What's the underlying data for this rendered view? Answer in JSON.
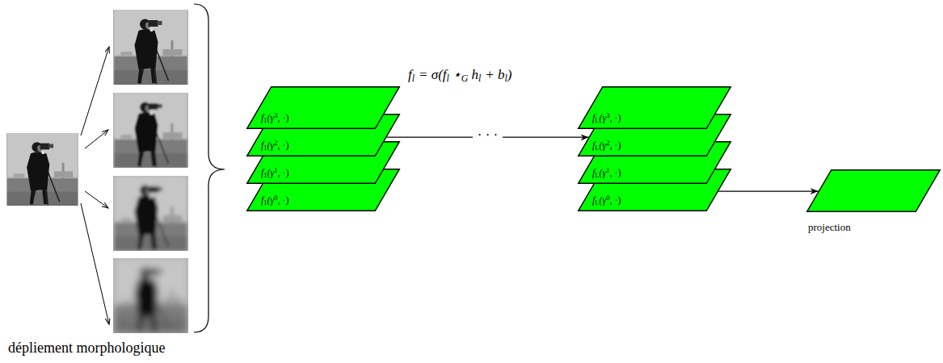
{
  "diagram": {
    "nodes": [
      {
        "text": [
          "f",
          "1",
          "(γ",
          "3",
          ", ·)"
        ]
      },
      {
        "text": [
          "f",
          "1",
          "(γ",
          "2",
          ", ·)"
        ]
      },
      {
        "text": [
          "f",
          "1",
          "(γ",
          "1",
          ", ·)"
        ]
      },
      {
        "text": [
          "f",
          "1",
          "(γ",
          "0",
          ", ·)"
        ]
      },
      {
        "text": [
          "f",
          "L",
          "(γ",
          "3",
          ", ·)"
        ]
      },
      {
        "text": [
          "f",
          "L",
          "(γ",
          "2",
          ", ·)"
        ]
      },
      {
        "text": [
          "f",
          "L",
          "(γ",
          "1",
          ", ·)"
        ]
      },
      {
        "text": [
          "f",
          "L",
          "(γ",
          "0",
          ", ·)"
        ]
      },
      {
        "text": [
          "projection"
        ]
      }
    ],
    "edges": [
      {
        "from": 1,
        "to": 5,
        "arrow": "to",
        "label": "· · ·"
      },
      {
        "from": 7,
        "to": 8,
        "arrow": "to"
      }
    ],
    "labels": [
      "f",
      "l",
      "= σ(f",
      "l",
      "⋆",
      "G",
      "h",
      "l",
      "+ b",
      "l",
      ")",
      "dépliement morphologique"
    ]
  }
}
